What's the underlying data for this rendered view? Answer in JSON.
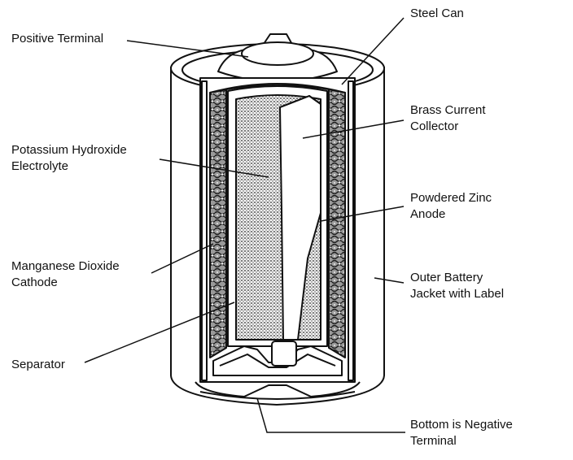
{
  "colors": {
    "ink": "#111111",
    "paper": "#ffffff",
    "electrolyte_fill": "#6e6e6e",
    "cathode_fill": "#8a8a8a"
  },
  "labels": {
    "steel_can": [
      "Steel Can"
    ],
    "positive_terminal": [
      "Positive Terminal"
    ],
    "brass_collector": [
      "Brass Current",
      "Collector"
    ],
    "electrolyte": [
      "Potassium Hydroxide",
      "Electrolyte"
    ],
    "zinc_anode": [
      "Powdered Zinc",
      "Anode"
    ],
    "cathode": [
      "Manganese Dioxide",
      "Cathode"
    ],
    "jacket": [
      "Outer Battery",
      "Jacket with Label"
    ],
    "separator": [
      "Separator"
    ],
    "negative_terminal": [
      "Bottom is Negative",
      "Terminal"
    ]
  }
}
